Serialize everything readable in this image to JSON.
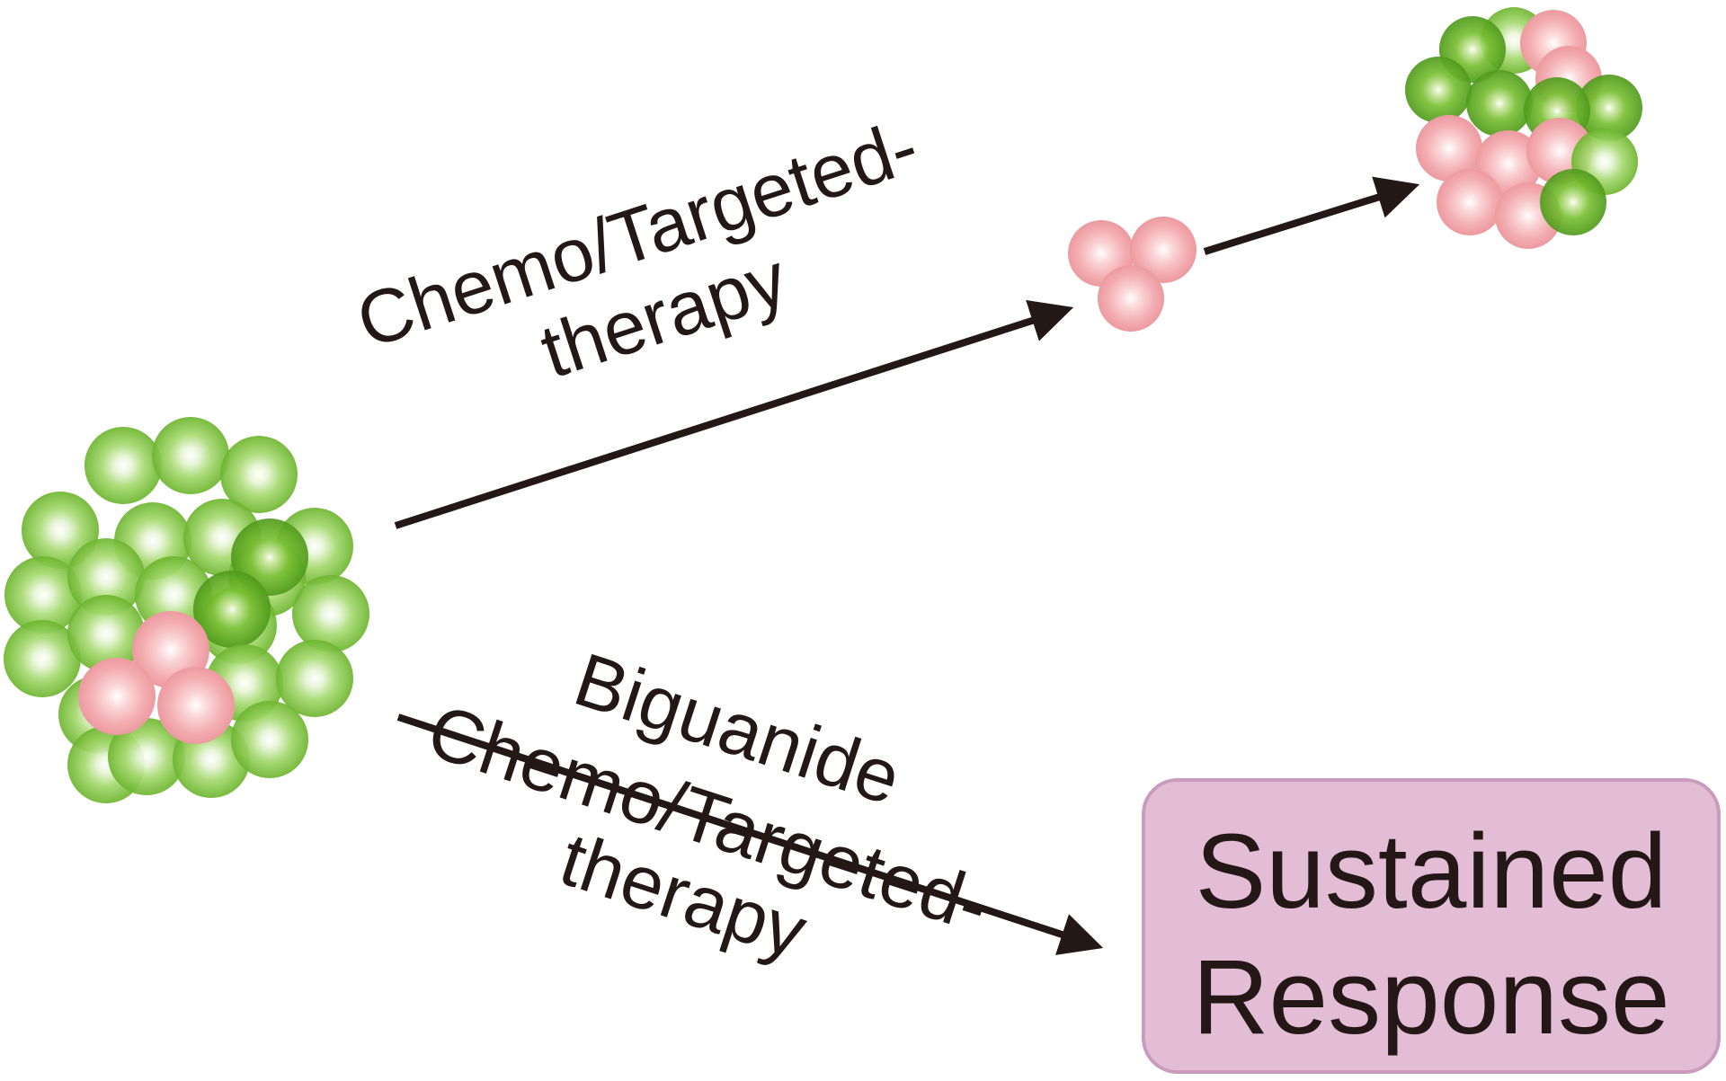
{
  "upper_pathway": {
    "label_line1": "Chemo/Targeted-",
    "label_line2": "therapy"
  },
  "lower_pathway": {
    "label_line1": "Biguanide",
    "label_line2": "Chemo/Targeted-",
    "label_line3": "therapy"
  },
  "outcome_box": {
    "line1": "Sustained",
    "line2": "Response"
  },
  "colors": {
    "green_cell": "#7cc242",
    "pink_cell": "#f0a0a6",
    "arrow": "#231815",
    "outcome_box_fill": "#e3bcd6",
    "outcome_box_border": "#c99bbd"
  }
}
